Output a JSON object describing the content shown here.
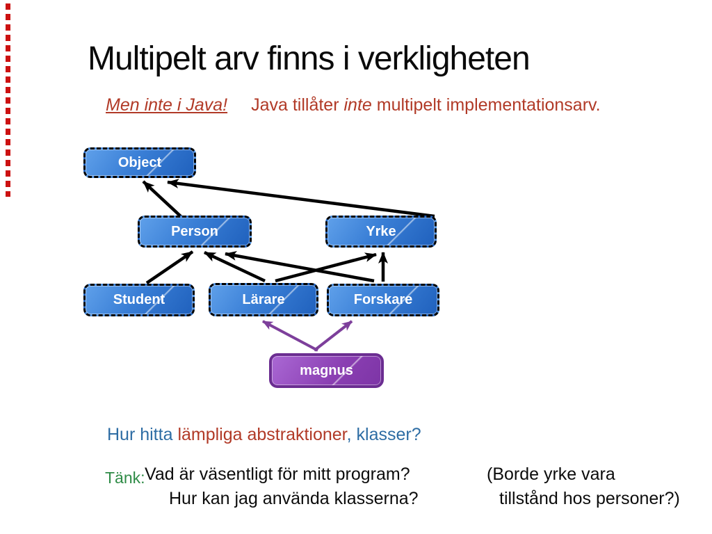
{
  "title": "Multipelt arv finns i verkligheten",
  "subtitle": {
    "emphasis": "Men inte i Java!",
    "rest_pre": "Java tillåter ",
    "rest_italic": "inte",
    "rest_post": " multipelt implementationsarv."
  },
  "diagram": {
    "nodes": {
      "object": "Object",
      "person": "Person",
      "yrke": "Yrke",
      "student": "Student",
      "larare": "Lärare",
      "forskare": "Forskare",
      "instance": "magnus"
    },
    "edges": [
      {
        "from": "Person",
        "to": "Object",
        "color": "black"
      },
      {
        "from": "Yrke",
        "to": "Object",
        "color": "black"
      },
      {
        "from": "Student",
        "to": "Person",
        "color": "black"
      },
      {
        "from": "Lärare",
        "to": "Person",
        "color": "black"
      },
      {
        "from": "Lärare",
        "to": "Yrke",
        "color": "black"
      },
      {
        "from": "Forskare",
        "to": "Person",
        "color": "black"
      },
      {
        "from": "Forskare",
        "to": "Yrke",
        "color": "black"
      },
      {
        "from": "magnus",
        "to": "Lärare",
        "color": "purple"
      },
      {
        "from": "magnus",
        "to": "Forskare",
        "color": "purple"
      }
    ]
  },
  "question": {
    "blue_start": "Hur hitta ",
    "red_middle": "lämpliga abstraktioner",
    "blue_end": ", klasser?"
  },
  "think": {
    "label": "Tänk:",
    "line1": "Vad är väsentligt för mitt program?",
    "line2": "Hur kan jag använda klasserna?",
    "aside_line1": "(Borde yrke vara",
    "aside_line2": "tillstånd hos personer?)"
  },
  "colors": {
    "accent_red": "#b13a27",
    "accent_blue": "#2e6da4",
    "accent_green": "#2e8b46",
    "box_blue_light": "#5fa0ea",
    "box_blue_dark": "#2061bd",
    "box_purple_light": "#aa68d4",
    "box_purple_dark": "#7d35a6",
    "purple_border": "#6b2d91",
    "purple_arrow": "#7d3f9b",
    "edge_red": "#cc1111"
  }
}
